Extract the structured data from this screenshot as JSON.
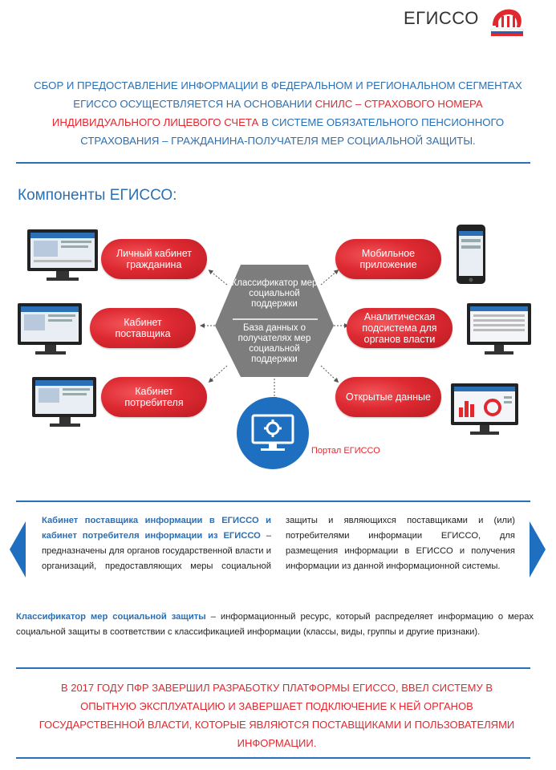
{
  "header": {
    "logo_text": "ЕГИССО"
  },
  "intro": {
    "part1": "Сбор и предоставление информации в федеральном и региональном сегментах ЕГИССО осуществляется на основании",
    "part2_red": "СНИЛС – страхового номера индивидуального лицевого счета",
    "part3": "в системе обязательного пенсионного страхования – гражданина-получателя мер социальной защиты."
  },
  "components": {
    "title": "Компоненты ЕГИССО:",
    "left": [
      {
        "label": "Личный кабинет гражданина"
      },
      {
        "label": "Кабинет поставщика"
      },
      {
        "label": "Кабинет потребителя"
      }
    ],
    "right": [
      {
        "label": "Мобильное приложение"
      },
      {
        "label": "Аналитическая подсистема для органов власти"
      },
      {
        "label": "Открытые данные"
      }
    ],
    "center_top": "Классификатор мер социальной поддержки",
    "center_bottom": "База данных о получателях мер социальной поддержки",
    "portal": "Портал ЕГИССО"
  },
  "cabinet_desc": {
    "bold": "Кабинет поставщика информации в ЕГИССО и кабинет потребителя информации из ЕГИССО",
    "text": "– предназначены для органов государственной власти и организаций, предоставляющих меры социальной защиты и являющихся поставщиками и (или) потребителями информации ЕГИССО, для размещения информации в ЕГИССО и получения информации из данной информационной системы."
  },
  "classifier_desc": {
    "bold": "Классификатор мер социальной защиты",
    "text": "– информационный ресурс, который распределяет информацию о мерах социальной защиты в соответствии с классификацией информации (классы, виды, группы и другие признаки)."
  },
  "final": {
    "text": "В 2017 году ПФР завершил разработку платформы ЕГИССО, ввел систему в опытную эксплуатацию и завершает подключение к ней органов государственной власти, которые являются поставщиками и пользователями информации."
  },
  "colors": {
    "blue": "#2b6fb6",
    "red": "#e2282f",
    "hex": "#7a7a7a"
  }
}
